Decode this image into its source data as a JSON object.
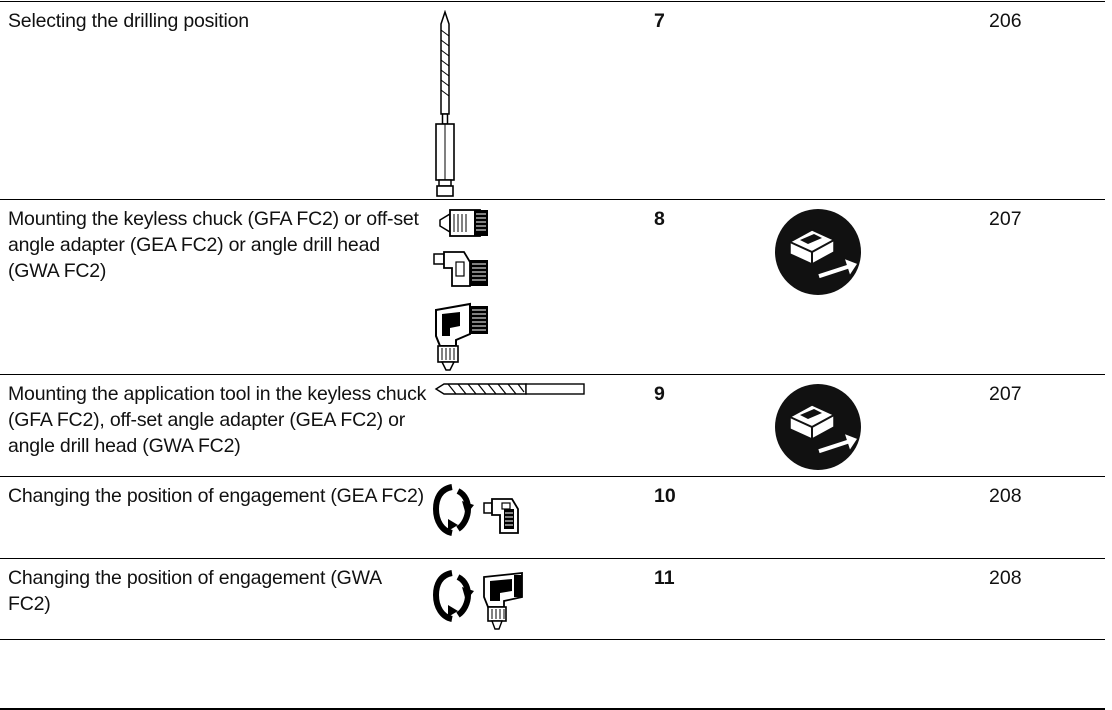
{
  "rows": [
    {
      "description": "Selecting the drilling position",
      "figure": "7",
      "page": "206",
      "illustration": "hex-drill-bit-icon",
      "has_warning_symbol": false
    },
    {
      "description": "Mounting the keyless chuck (GFA FC2) or off-set angle adapter (GEA FC2) or angle drill head (GWA FC2)",
      "figure": "8",
      "page": "207",
      "illustration": "attachments-set-icon",
      "has_warning_symbol": true
    },
    {
      "description": "Mounting the application tool in the keyless chuck (GFA FC2), off-set angle adapter (GEA FC2) or angle drill head (GWA FC2)",
      "figure": "9",
      "page": "207",
      "illustration": "drill-bit-icon",
      "has_warning_symbol": true
    },
    {
      "description": "Changing the position of engagement (GEA FC2)",
      "figure": "10",
      "page": "208",
      "illustration": "rotate-offset-adapter-icon",
      "has_warning_symbol": false
    },
    {
      "description": "Changing the position of engagement (GWA FC2)",
      "figure": "11",
      "page": "208",
      "illustration": "rotate-angle-head-icon",
      "has_warning_symbol": false
    }
  ],
  "symbols": {
    "battery_removal": "remove-battery-icon"
  }
}
